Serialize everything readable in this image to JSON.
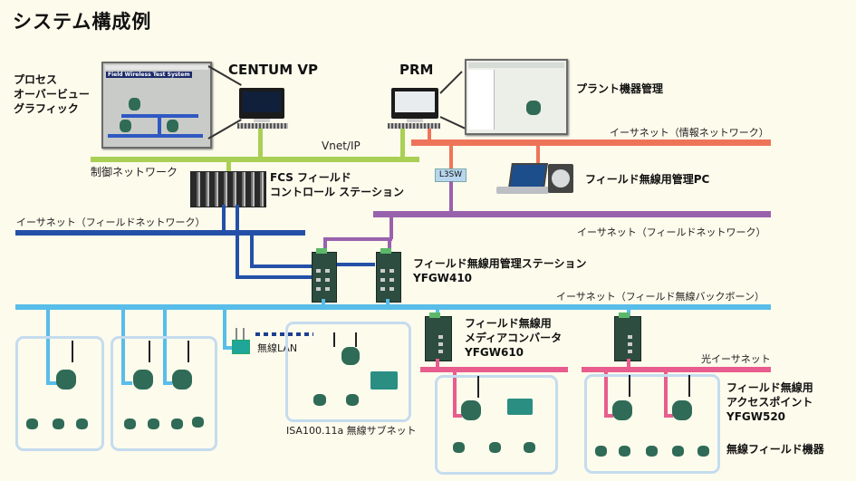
{
  "title": "システム構成例",
  "labels": {
    "process_overview": [
      "プロセス",
      "オーバービュー",
      "グラフィック"
    ],
    "centum_vp": "CENTUM VP",
    "prm": "PRM",
    "plant_device_mgmt": "プラント機器管理",
    "vnet_ip": "Vnet/IP",
    "ethernet_info": "イーサネット（情報ネットワーク）",
    "control_network": "制御ネットワーク",
    "fcs": [
      "FCS フィールド",
      "コントロール ステーション"
    ],
    "l3sw": "L3SW",
    "field_wireless_pc": "フィールド無線用管理PC",
    "ethernet_field_left": "イーサネット（フィールドネットワーク）",
    "ethernet_field_right": "イーサネット（フィールドネットワーク）",
    "mgmt_station": [
      "フィールド無線用管理ステーション",
      "YFGW410"
    ],
    "ethernet_backbone": "イーサネット（フィールド無線バックボーン）",
    "wireless_lan": "無線LAN",
    "media_converter": [
      "フィールド無線用",
      "メディアコンバータ",
      "YFGW610"
    ],
    "optical_ethernet": "光イーサネット",
    "access_point": [
      "フィールド無線用",
      "アクセスポイント",
      "YFGW520"
    ],
    "wireless_field_devices": "無線フィールド機器",
    "isa_subnet": "ISA100.11a 無線サブネット",
    "screen_caption": "Field Wireless Test System"
  },
  "colors": {
    "control_network": "#a9d055",
    "info_network": "#ee7459",
    "field_network_purple": "#9962ad",
    "field_network_blue": "#2450a8",
    "wireless_backbone": "#58bde9",
    "optical_ethernet": "#e85d8d",
    "subnet_frame": "#c5dcef"
  }
}
